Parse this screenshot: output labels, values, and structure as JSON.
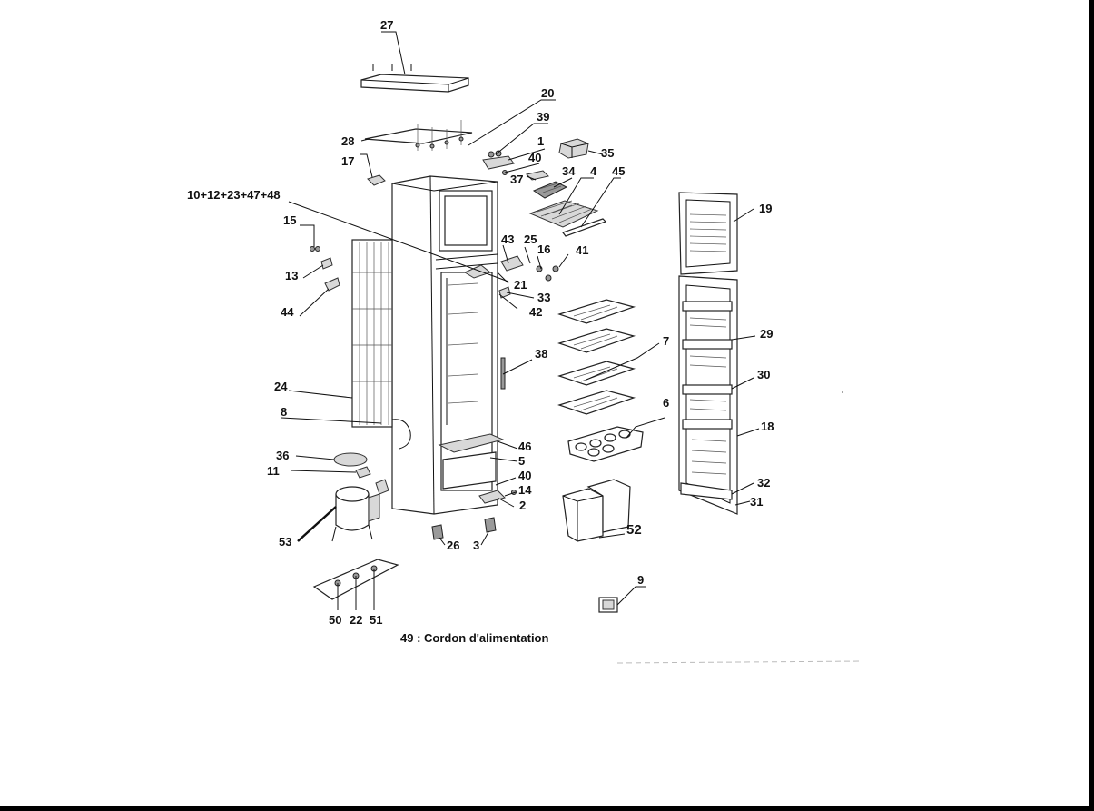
{
  "caption": "49 : Cordon d'alimentation",
  "labels": {
    "l27": "27",
    "l20": "20",
    "l39": "39",
    "l28": "28",
    "l1": "1",
    "l35": "35",
    "l17": "17",
    "l40a": "40",
    "l37": "37",
    "l34": "34",
    "l4": "4",
    "l45": "45",
    "l10": "10+12+23+47+48",
    "l19": "19",
    "l15": "15",
    "l43": "43",
    "l25": "25",
    "l16": "16",
    "l41": "41",
    "l13": "13",
    "l21": "21",
    "l33": "33",
    "l42": "42",
    "l44": "44",
    "l29": "29",
    "l7": "7",
    "l38": "38",
    "l30": "30",
    "l24": "24",
    "l6": "6",
    "l8": "8",
    "l18": "18",
    "l46": "46",
    "l36": "36",
    "l5": "5",
    "l11": "11",
    "l40b": "40",
    "l14": "14",
    "l32": "32",
    "l2": "2",
    "l31": "31",
    "l52": "52",
    "l53": "53",
    "l26": "26",
    "l3": "3",
    "l9": "9",
    "l50": "50",
    "l22": "22",
    "l51": "51"
  }
}
